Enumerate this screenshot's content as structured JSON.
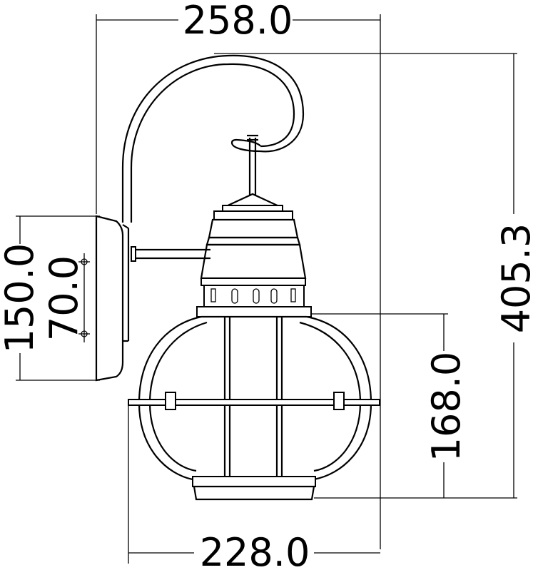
{
  "dimensions": {
    "top_width": "258.0",
    "bottom_width": "228.0",
    "total_height": "405.3",
    "lantern_height": "168.0",
    "backplate_height": "150.0",
    "mount_spacing": "70.0"
  }
}
